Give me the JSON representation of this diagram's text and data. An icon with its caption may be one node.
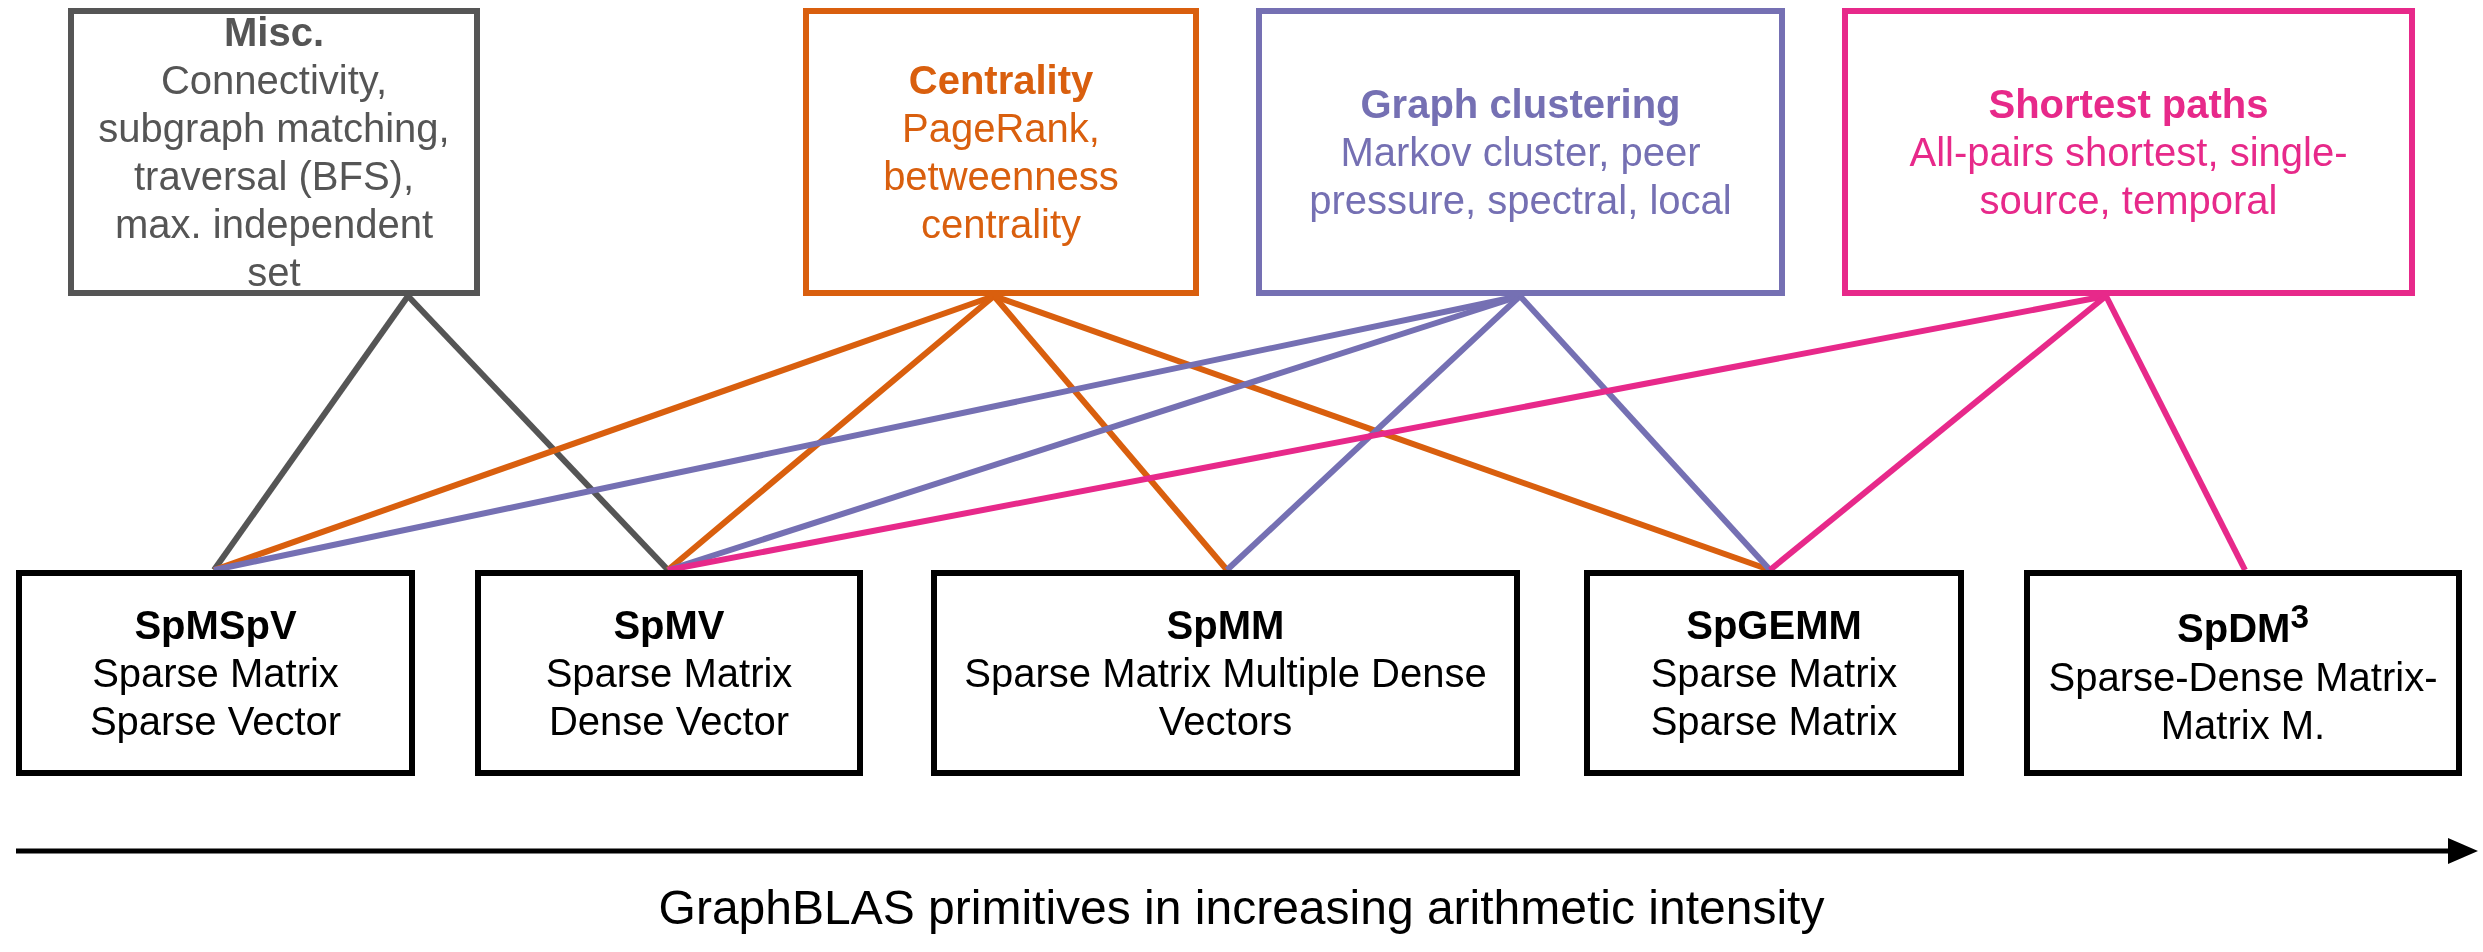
{
  "diagram": {
    "nodes": [
      {
        "text": [
          "Misc.",
          "Connectivity, subgraph matching, traversal (BFS), max. independent set"
        ]
      },
      {
        "text": [
          "Centrality",
          "PageRank, betweenness centrality"
        ]
      },
      {
        "text": [
          "Graph clustering",
          "Markov cluster, peer pressure, spectral, local"
        ]
      },
      {
        "text": [
          "Shortest paths",
          "All-pairs shortest, single-source, temporal"
        ]
      },
      {
        "text": [
          "SpMSpV",
          "Sparse Matrix Sparse Vector"
        ]
      },
      {
        "text": [
          "SpMV",
          "Sparse Matrix Dense Vector"
        ]
      },
      {
        "text": [
          "SpMM",
          "Sparse Matrix Multiple Dense Vectors"
        ]
      },
      {
        "text": [
          "SpGEMM",
          "Sparse Matrix Sparse Matrix"
        ]
      },
      {
        "text": [
          "SpDM$^{3}$",
          "Sparse-Dense Matrix-Matrix M."
        ]
      }
    ],
    "edges": [
      {
        "from": 0,
        "to": 4,
        "arrow": "none",
        "color": "#555555"
      },
      {
        "from": 0,
        "to": 5,
        "arrow": "none",
        "color": "#555555"
      },
      {
        "from": 1,
        "to": 4,
        "arrow": "none",
        "color": "#d95f0e"
      },
      {
        "from": 1,
        "to": 5,
        "arrow": "none",
        "color": "#d95f0e"
      },
      {
        "from": 1,
        "to": 6,
        "arrow": "none",
        "color": "#d95f0e"
      },
      {
        "from": 1,
        "to": 7,
        "arrow": "none",
        "color": "#d95f0e"
      },
      {
        "from": 2,
        "to": 4,
        "arrow": "none",
        "color": "#7570b3"
      },
      {
        "from": 2,
        "to": 5,
        "arrow": "none",
        "color": "#7570b3"
      },
      {
        "from": 2,
        "to": 6,
        "arrow": "none",
        "color": "#7570b3"
      },
      {
        "from": 2,
        "to": 7,
        "arrow": "none",
        "color": "#7570b3"
      },
      {
        "from": 3,
        "to": 5,
        "arrow": "none",
        "color": "#e7298a"
      },
      {
        "from": 3,
        "to": 7,
        "arrow": "none",
        "color": "#e7298a"
      },
      {
        "from": 3,
        "to": 8,
        "arrow": "none",
        "color": "#e7298a"
      }
    ],
    "labels": [
      "GraphBLAS primitives in increasing arithmetic intensity"
    ]
  }
}
